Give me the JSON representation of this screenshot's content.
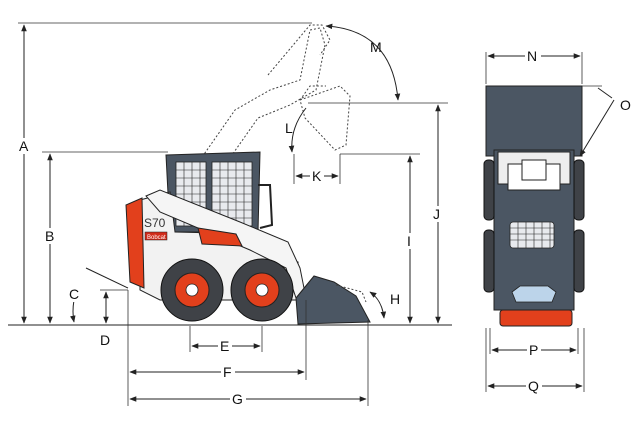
{
  "diagram": {
    "model_badge": "S70",
    "brand_badge": "Bobcat",
    "dimension_labels": {
      "A": "A",
      "B": "B",
      "C": "C",
      "D": "D",
      "E": "E",
      "F": "F",
      "G": "G",
      "H": "H",
      "I": "I",
      "J": "J",
      "K": "K",
      "L": "L",
      "M": "M",
      "N": "N",
      "O": "O",
      "P": "P",
      "Q": "Q"
    }
  }
}
